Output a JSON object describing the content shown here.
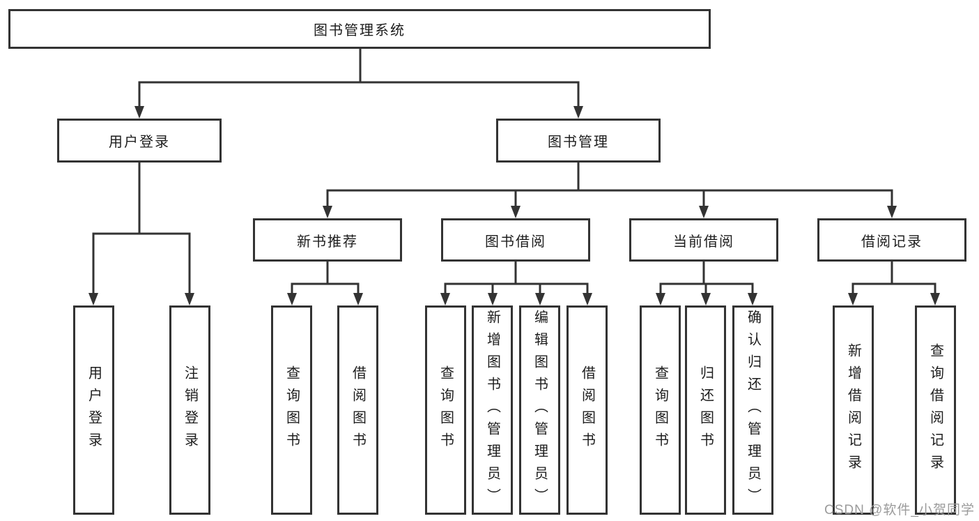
{
  "diagram": {
    "title": "图书管理系统",
    "root": {
      "label": "图书管理系统"
    },
    "level2": [
      {
        "label": "用户登录"
      },
      {
        "label": "图书管理"
      }
    ],
    "level3": [
      {
        "label": "新书推荐",
        "parent": "图书管理"
      },
      {
        "label": "图书借阅",
        "parent": "图书管理"
      },
      {
        "label": "当前借阅",
        "parent": "图书管理"
      },
      {
        "label": "借阅记录",
        "parent": "图书管理"
      }
    ],
    "leaves": [
      {
        "label": "用户登录",
        "parent": "用户登录"
      },
      {
        "label": "注销登录",
        "parent": "用户登录"
      },
      {
        "label": "查询图书",
        "parent": "新书推荐"
      },
      {
        "label": "借阅图书",
        "parent": "新书推荐"
      },
      {
        "label": "查询图书",
        "parent": "图书借阅"
      },
      {
        "label": "新增图书（管理员）",
        "parent": "图书借阅"
      },
      {
        "label": "编辑图书（管理员）",
        "parent": "图书借阅"
      },
      {
        "label": "借阅图书",
        "parent": "图书借阅"
      },
      {
        "label": "查询图书",
        "parent": "当前借阅"
      },
      {
        "label": "归还图书",
        "parent": "当前借阅"
      },
      {
        "label": "确认归还（管理员）",
        "parent": "当前借阅"
      },
      {
        "label": "新增借阅记录",
        "parent": "借阅记录"
      },
      {
        "label": "查询借阅记录",
        "parent": "借阅记录"
      }
    ]
  },
  "watermark": "CSDN @软件_小贺同学",
  "colors": {
    "line": "#333333",
    "border": "#333333",
    "text": "#1d1d1d",
    "watermark": "#9b9b9b",
    "background": "#ffffff"
  }
}
